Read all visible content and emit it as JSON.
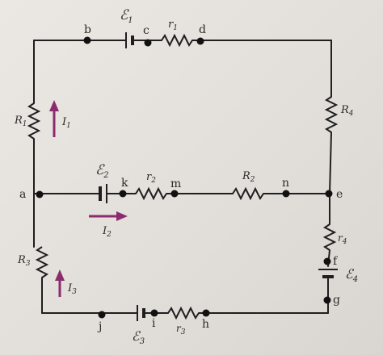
{
  "node_labels": {
    "a": "a",
    "b": "b",
    "c": "c",
    "d": "d",
    "e": "e",
    "f": "f",
    "g": "g",
    "h": "h",
    "i": "i",
    "j": "j",
    "k": "k",
    "m": "m",
    "n": "n"
  },
  "component_labels": {
    "emf1": "ℰ",
    "emf1_sub": "1",
    "emf2": "ℰ",
    "emf2_sub": "2",
    "emf3": "ℰ",
    "emf3_sub": "3",
    "emf4": "ℰ",
    "emf4_sub": "4",
    "r1": "r",
    "r1_sub": "1",
    "r2": "r",
    "r2_sub": "2",
    "r3": "r",
    "r3_sub": "3",
    "r4": "r",
    "r4_sub": "4",
    "R1": "R",
    "R1_sub": "1",
    "R2": "R",
    "R2_sub": "2",
    "R3": "R",
    "R3_sub": "3",
    "R4": "R",
    "R4_sub": "4"
  },
  "current_labels": {
    "I1": "I",
    "I1_sub": "1",
    "I2": "I",
    "I2_sub": "2",
    "I3": "I",
    "I3_sub": "3"
  },
  "colors": {
    "wire": "#1f1f1f",
    "current_arrow": "#8a2c6e",
    "background": "#e6e3de"
  }
}
